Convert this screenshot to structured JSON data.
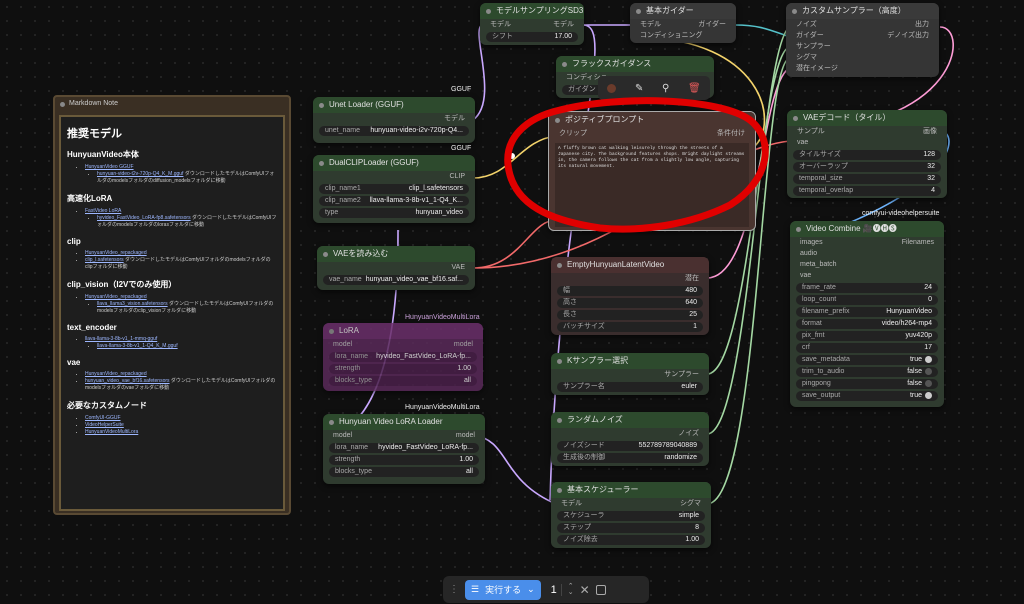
{
  "markdown_note": {
    "title": "Markdown Note",
    "h1": "推奨モデル",
    "sections": [
      {
        "heading": "HunyuanVideo本体",
        "items": [
          {
            "link": "HunyuanVideo GGUF",
            "text": ""
          },
          {
            "link": "hunyuan-video-t2v-720p-Q4_K_M.gguf",
            "text": " ダウンロードしたモデルはComfyUIフォルダのmodelsフォルダのdiffusion_modelsフォルダに移動",
            "sub": true
          }
        ]
      },
      {
        "heading": "高速化LoRA",
        "items": [
          {
            "link": "FastVideo LoRA",
            "text": ""
          },
          {
            "link": "hyvideo_FastVideo_LoRA-fp8.safetensors",
            "text": " ダウンロードしたモデルはComfyUIフォルダのmodelsフォルダのlorasフォルダに移動",
            "sub": true
          }
        ]
      },
      {
        "heading": "clip",
        "items": [
          {
            "link": "HunyuanVideo_repackaged",
            "text": ""
          },
          {
            "link": "clip_l.safetensors",
            "text": " ダウンロードしたモデルはComfyUIフォルダのmodelsフォルダのclipフォルダに移動"
          }
        ]
      },
      {
        "heading": "clip_vision（I2Vでのみ使用）",
        "items": [
          {
            "link": "HunyuanVideo_repackaged",
            "text": ""
          },
          {
            "link": "llava_llama3_vision.safetensors",
            "text": " ダウンロードしたモデルはComfyUIフォルダのmodelsフォルダのclip_visionフォルダに移動",
            "sub": true
          }
        ]
      },
      {
        "heading": "text_encoder",
        "items": [
          {
            "link": "llava-llama-3-8b-v1_1-mmq-gguf",
            "text": ""
          },
          {
            "link": "llava-llama-3-8b-v1_1-Q4_K_M.gguf",
            "text": "",
            "sub": true
          }
        ]
      },
      {
        "heading": "vae",
        "items": [
          {
            "link": "HunyuanVideo_repackaged",
            "text": ""
          },
          {
            "link": "hunyuan_video_vae_bf16.safetensors",
            "text": " ダウンロードしたモデルはComfyUIフォルダのmodelsフォルダのvaeフォルダに移動"
          }
        ]
      },
      {
        "heading": "必要なカスタムノード",
        "items": [
          {
            "link": "ComfyUI-GGUF",
            "text": ""
          },
          {
            "link": "VideoHelperSuite",
            "text": ""
          },
          {
            "link": "HunyuanVideoMultiLora",
            "text": ""
          }
        ]
      }
    ]
  },
  "unet": {
    "title": "Unet Loader (GGUF)",
    "out": "モデル",
    "w_label": "unet_name",
    "w_value": "hunyuan-video-i2v-720p-Q4..."
  },
  "dualclip": {
    "title": "DualCLIPLoader (GGUF)",
    "out": "CLIP",
    "w": [
      {
        "l": "clip_name1",
        "v": "clip_l.safetensors"
      },
      {
        "l": "clip_name2",
        "v": "llava-llama-3-8b-v1_1-Q4_K..."
      },
      {
        "l": "type",
        "v": "hunyuan_video"
      }
    ]
  },
  "vaeload": {
    "title": "VAEを読み込む",
    "out": "VAE",
    "w_label": "vae_name",
    "w_value": "hunyuan_video_vae_bf16.saf..."
  },
  "lora_disabled": {
    "title": "LoRA",
    "group": "HunyuanVideoMultiLora",
    "in": "model",
    "out": "model",
    "w": [
      {
        "l": "lora_name",
        "v": "hyvideo_FastVideo_LoRA-fp..."
      },
      {
        "l": "strength",
        "v": "1.00"
      },
      {
        "l": "blocks_type",
        "v": "all"
      }
    ]
  },
  "lora": {
    "title": "Hunyuan Video LoRA Loader",
    "group": "HunyuanVideoMultiLora",
    "in": "model",
    "out": "model",
    "w": [
      {
        "l": "lora_name",
        "v": "hyvideo_FastVideo_LoRA-fp..."
      },
      {
        "l": "strength",
        "v": "1.00"
      },
      {
        "l": "blocks_type",
        "v": "all"
      }
    ]
  },
  "sampling": {
    "title": "モデルサンプリングSD3",
    "in": "モデル",
    "out": "モデル",
    "w_label": "シフト",
    "w_value": "17.00"
  },
  "guider": {
    "title": "基本ガイダー",
    "in1": "モデル",
    "in2": "コンディショニング",
    "out": "ガイダー"
  },
  "flux": {
    "title": "フラックスガイダンス",
    "in": "コンディショ",
    "w_label": "ガイダン"
  },
  "prompt": {
    "title": "ポジティブプロンプト",
    "in": "クリップ",
    "out": "条件付け",
    "text": "A fluffy brown cat walking leisurely through the streets of a Japanese city. The background features shops. Bright daylight streams in, the camera follows the cat from a slightly low angle, capturing its natural movement."
  },
  "latent": {
    "title": "EmptyHunyuanLatentVideo",
    "out": "潜在",
    "w": [
      {
        "l": "幅",
        "v": "480"
      },
      {
        "l": "高さ",
        "v": "640"
      },
      {
        "l": "長さ",
        "v": "25"
      },
      {
        "l": "バッチサイズ",
        "v": "1"
      }
    ]
  },
  "ksampler": {
    "title": "Kサンプラー選択",
    "out": "サンプラー",
    "w_label": "サンプラー名",
    "w_value": "euler"
  },
  "noise": {
    "title": "ランダムノイズ",
    "out": "ノイズ",
    "w": [
      {
        "l": "ノイズシード",
        "v": "552789789040889"
      },
      {
        "l": "生成後の制御",
        "v": "randomize"
      }
    ]
  },
  "scheduler": {
    "title": "基本スケジューラー",
    "in": "モデル",
    "out": "シグマ",
    "w": [
      {
        "l": "スケジューラ",
        "v": "simple"
      },
      {
        "l": "ステップ",
        "v": "8"
      },
      {
        "l": "ノイズ除去",
        "v": "1.00"
      }
    ]
  },
  "custom": {
    "title": "カスタムサンプラー（高度）",
    "ins": [
      "ノイズ",
      "ガイダー",
      "サンプラー",
      "シグマ",
      "潜在イメージ"
    ],
    "outs": [
      "出力",
      "デノイズ出力"
    ]
  },
  "vaedecode": {
    "title": "VAEデコード（タイル）",
    "ins": [
      "サンプル",
      "vae"
    ],
    "out": "画像",
    "w": [
      {
        "l": "タイルサイズ",
        "v": "128"
      },
      {
        "l": "オーバーラップ",
        "v": "32"
      },
      {
        "l": "temporal_size",
        "v": "32"
      },
      {
        "l": "temporal_overlap",
        "v": "4"
      }
    ]
  },
  "combine": {
    "title": "Video Combine 🎥🅥🅗🅢",
    "group": "comfyui-videohelpersuite",
    "ins": [
      "images",
      "audio",
      "meta_batch",
      "vae"
    ],
    "out": "Filenames",
    "w": [
      {
        "l": "frame_rate",
        "v": "24"
      },
      {
        "l": "loop_count",
        "v": "0"
      },
      {
        "l": "filename_prefix",
        "v": "HunyuanVideo"
      },
      {
        "l": "format",
        "v": "video/h264-mp4"
      },
      {
        "l": "pix_fmt",
        "v": "yuv420p"
      },
      {
        "l": "crf",
        "v": "17"
      },
      {
        "l": "save_metadata",
        "v": "true"
      },
      {
        "l": "trim_to_audio",
        "v": "false"
      },
      {
        "l": "pingpong",
        "v": "false"
      },
      {
        "l": "save_output",
        "v": "true"
      }
    ]
  },
  "gguf_labels": [
    "GGUF",
    "GGUF"
  ],
  "toolbar": {
    "run": "実行する",
    "count": "1"
  },
  "colors": {
    "accent": "#4a8eea",
    "annotation": "#e00000"
  }
}
